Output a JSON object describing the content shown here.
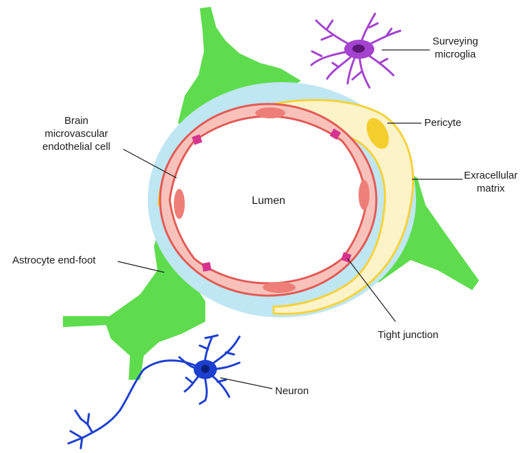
{
  "labels": {
    "lumen": "Lumen",
    "microglia": [
      "Surveying",
      "microglia"
    ],
    "pericyte": "Pericyte",
    "ecm": [
      "Exracellular",
      "matrix"
    ],
    "endothelial": [
      "Brain",
      "microvascular",
      "endothelial cell"
    ],
    "astrocyte": "Astrocyte end-foot",
    "tight_junction": "Tight junction",
    "neuron": "Neuron"
  },
  "colors": {
    "astrocyte": "#5edc4e",
    "extracellular_matrix": "#bfe6f3",
    "pericyte_fill": "#fdf3c8",
    "pericyte_outline": "#f6d23a",
    "pericyte_nucleus": "#f2cf2c",
    "endothelium_fill": "#f8c2bb",
    "endothelium_outline": "#e25a55",
    "endothelial_nucleus": "#ee7f78",
    "tight_junction": "#d6338f",
    "microglia": "#a443cf",
    "microglia_nucleus": "#5a1774",
    "neuron": "#1d3fd0",
    "neuron_nucleus": "#0b1f7a",
    "leader_line": "#1a1a1a"
  }
}
